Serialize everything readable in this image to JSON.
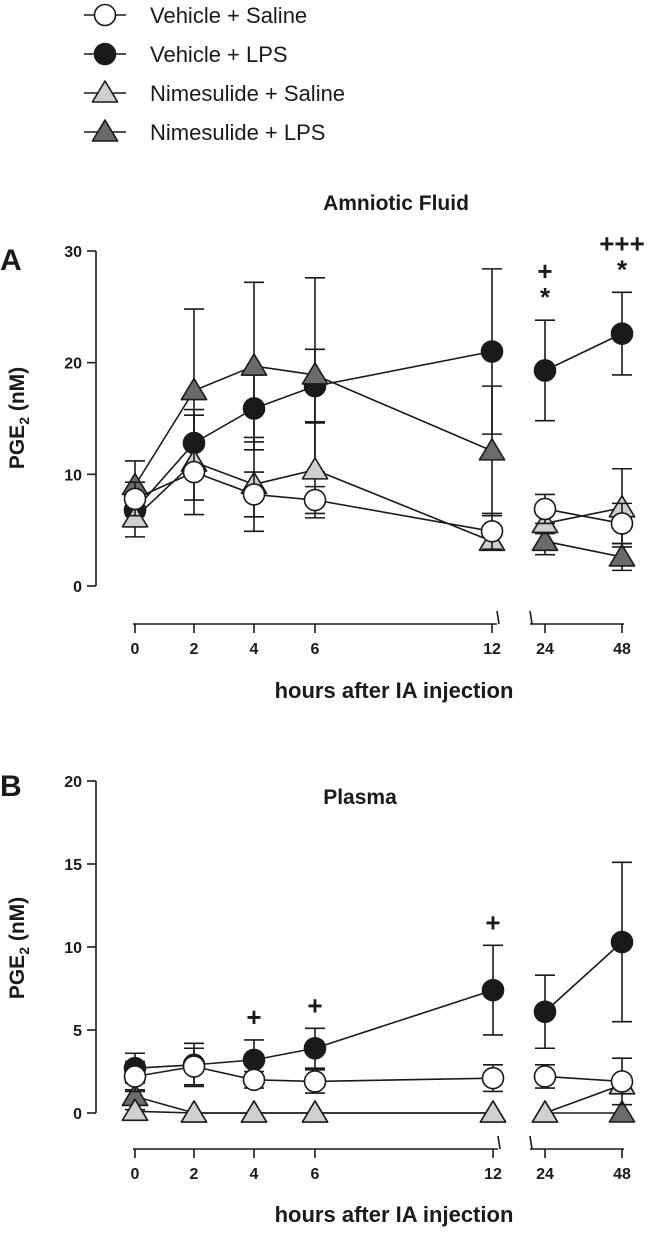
{
  "legend": [
    {
      "label": "Vehicle + Saline",
      "marker": "circle",
      "fill": "#ffffff"
    },
    {
      "label": "Vehicle + LPS",
      "marker": "circle",
      "fill": "#1a1a1a"
    },
    {
      "label": "Nimesulide + Saline",
      "marker": "triangle",
      "fill": "#cfcfcf"
    },
    {
      "label": "Nimesulide + LPS",
      "marker": "triangle",
      "fill": "#6b6b6b"
    }
  ],
  "chart_data": [
    {
      "panel": "A",
      "type": "line",
      "title": "Amniotic Fluid",
      "xlabel": "hours after IA injection",
      "ylabel": "PGE2 (nM)",
      "ylabel_base": "PGE",
      "ylabel_sub": "2",
      "ylabel_unit": " (nM)",
      "ylim": [
        0,
        30
      ],
      "yticks": [
        0,
        10,
        20,
        30
      ],
      "xticks": [
        "0",
        "2",
        "4",
        "6",
        "12",
        "24",
        "48"
      ],
      "axis_break_after": "12",
      "series": [
        {
          "name": "Vehicle + Saline",
          "x": [
            "0",
            "2",
            "4",
            "6",
            "12",
            "24",
            "48"
          ],
          "y": [
            7.8,
            10.2,
            8.2,
            7.7,
            4.9,
            6.9,
            5.6
          ],
          "err": [
            1.5,
            2.5,
            2.0,
            1.2,
            1.6,
            1.3,
            1.8
          ]
        },
        {
          "name": "Vehicle + LPS",
          "x": [
            "0",
            "2",
            "4",
            "6",
            "12",
            "24",
            "48"
          ],
          "y": [
            6.8,
            12.8,
            15.9,
            17.9,
            21.0,
            19.3,
            22.6
          ],
          "err": [
            1.5,
            2.5,
            3.0,
            3.3,
            7.4,
            4.5,
            3.7
          ]
        },
        {
          "name": "Nimesulide + Saline",
          "x": [
            "0",
            "2",
            "4",
            "6",
            "12",
            "24",
            "48"
          ],
          "y": [
            6.1,
            11.1,
            9.1,
            10.4,
            4.0,
            5.6,
            7.0
          ],
          "err": [
            1.7,
            4.7,
            4.2,
            4.3,
            0.5,
            0.9,
            3.5
          ]
        },
        {
          "name": "Nimesulide + LPS",
          "x": [
            "0",
            "2",
            "4",
            "6",
            "12",
            "24",
            "48"
          ],
          "y": [
            9.0,
            17.5,
            19.7,
            18.9,
            12.1,
            4.0,
            2.6
          ],
          "err": [
            2.2,
            7.3,
            7.5,
            8.7,
            5.8,
            1.2,
            1.2
          ]
        }
      ],
      "annotations": [
        {
          "x": "24",
          "lines": [
            "+",
            "*"
          ]
        },
        {
          "x": "48",
          "lines": [
            "+++",
            "*"
          ]
        }
      ]
    },
    {
      "panel": "B",
      "type": "line",
      "title": "Plasma",
      "xlabel": "hours after IA injection",
      "ylabel": "PGE2 (nM)",
      "ylabel_base": "PGE",
      "ylabel_sub": "2",
      "ylabel_unit": " (nM)",
      "ylim": [
        0,
        20
      ],
      "yticks": [
        0,
        5,
        10,
        15,
        20
      ],
      "xticks": [
        "0",
        "2",
        "4",
        "6",
        "12",
        "24",
        "48"
      ],
      "axis_break_after": "12",
      "series": [
        {
          "name": "Vehicle + Saline",
          "x": [
            "0",
            "2",
            "4",
            "6",
            "12",
            "24",
            "48"
          ],
          "y": [
            2.2,
            2.8,
            2.0,
            1.9,
            2.1,
            2.2,
            1.9
          ],
          "err": [
            0.9,
            1.1,
            0.5,
            0.7,
            0.8,
            0.7,
            1.4
          ]
        },
        {
          "name": "Vehicle + LPS",
          "x": [
            "0",
            "2",
            "4",
            "6",
            "12",
            "24",
            "48"
          ],
          "y": [
            2.7,
            2.9,
            3.2,
            3.9,
            7.4,
            6.1,
            10.3
          ],
          "err": [
            0.9,
            1.3,
            1.2,
            1.2,
            2.7,
            2.2,
            4.8
          ]
        },
        {
          "name": "Nimesulide + Saline",
          "x": [
            "0",
            "2",
            "4",
            "6",
            "12",
            "24",
            "48"
          ],
          "y": [
            0.1,
            0.0,
            0.0,
            0.0,
            0.0,
            0.0,
            1.7
          ],
          "err": [
            0.1,
            0,
            0,
            0,
            0,
            0,
            0.5
          ]
        },
        {
          "name": "Nimesulide + LPS",
          "x": [
            "0",
            "2",
            "4",
            "6",
            "12",
            "24",
            "48"
          ],
          "y": [
            1.0,
            0.0,
            0.0,
            0.0,
            0.0,
            0.0,
            0.0
          ],
          "err": [
            0.4,
            0,
            0,
            0,
            0,
            0,
            0
          ]
        }
      ],
      "annotations": [
        {
          "x": "4",
          "lines": [
            "+"
          ]
        },
        {
          "x": "6",
          "lines": [
            "+"
          ]
        },
        {
          "x": "12",
          "lines": [
            "+"
          ]
        }
      ]
    }
  ]
}
